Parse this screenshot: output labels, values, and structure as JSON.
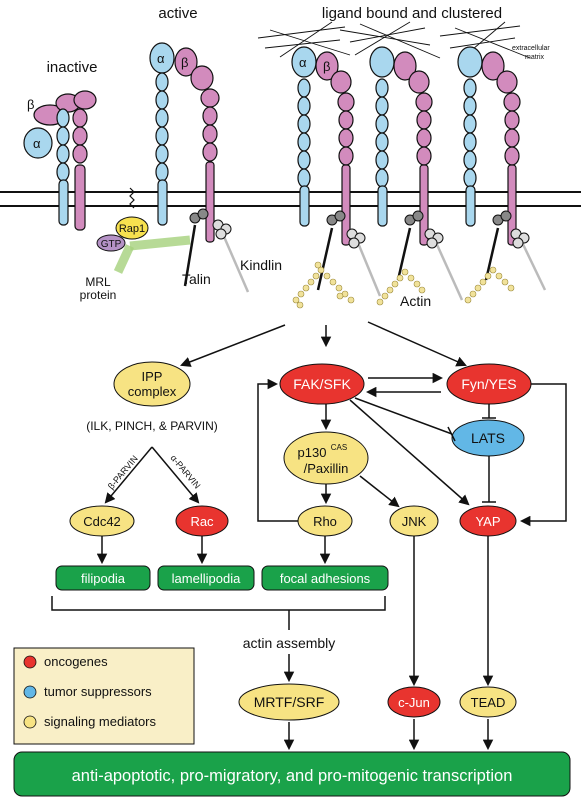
{
  "headers": {
    "inactive": "inactive",
    "active": "active",
    "clustered": "ligand bound and clustered",
    "ecm": "extracellular",
    "ecm2": "matrix"
  },
  "subunits": {
    "alpha": "α",
    "beta": "β"
  },
  "membrane_labels": {
    "rap1": "Rap1",
    "gtp": "GTP",
    "mrl1": "MRL",
    "mrl2": "protein",
    "talin": "Talin",
    "kindlin": "Kindlin",
    "actin": "Actin"
  },
  "nodes": {
    "ipp1": "IPP",
    "ipp2": "complex",
    "ipp_members": "(ILK, PINCH, & PARVIN)",
    "beta_parvin": "β-PARVIN",
    "alpha_parvin": "α-PARVIN",
    "fak": "FAK/SFK",
    "fyn": "Fyn/YES",
    "p130_main": "p130",
    "p130_sup": "CAS",
    "paxillin": "/Paxillin",
    "lats": "LATS",
    "cdc42": "Cdc42",
    "rac": "Rac",
    "rho": "Rho",
    "jnk": "JNK",
    "yap": "YAP",
    "filipodia": "filipodia",
    "lamellipodia": "lamellipodia",
    "focal": "focal adhesions",
    "actin_assembly": "actin assembly",
    "mrtf": "MRTF/SRF",
    "cjun": "c-Jun",
    "tead": "TEAD",
    "transcription": "anti-apoptotic, pro-migratory, and pro-mitogenic transcription"
  },
  "legend": [
    {
      "label": "oncogenes",
      "color": "#e8342f"
    },
    {
      "label": "tumor suppressors",
      "color": "#62b7e6"
    },
    {
      "label": "signaling mediators",
      "color": "#f7e383"
    }
  ],
  "colors": {
    "oncogene": "#e8342f",
    "suppressor": "#62b7e6",
    "mediator": "#f7e383",
    "green": "#1aa24a",
    "alpha": "#a9d7ee",
    "beta": "#d28bbd",
    "legend_bg": "#f9efc7"
  }
}
